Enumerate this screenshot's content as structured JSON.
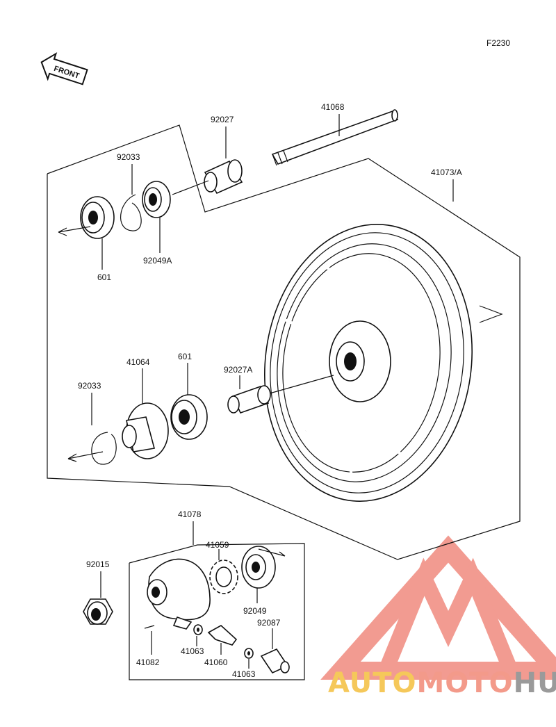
{
  "diagram": {
    "ref_code": "F2230",
    "front_label": "FRONT",
    "parts": {
      "p41068": "41068",
      "p92027": "92027",
      "p92033_top": "92033",
      "p41073A": "41073/A",
      "p601_top": "601",
      "p92049A": "92049A",
      "p41064": "41064",
      "p601_mid": "601",
      "p92027A": "92027A",
      "p92033_mid": "92033",
      "p41078": "41078",
      "p41059": "41059",
      "p92015": "92015",
      "p92049": "92049",
      "p92087": "92087",
      "p41063_left": "41063",
      "p41063_right": "41063",
      "p41060": "41060",
      "p41082": "41082"
    }
  },
  "watermark": {
    "part1": "AUTO",
    "part2": "MOTO",
    "part3": "HUB",
    "color1": "#f5c85a",
    "color2": "#f39a8a",
    "color3": "#9a9a9a",
    "logo_color": "#f08a7e"
  }
}
